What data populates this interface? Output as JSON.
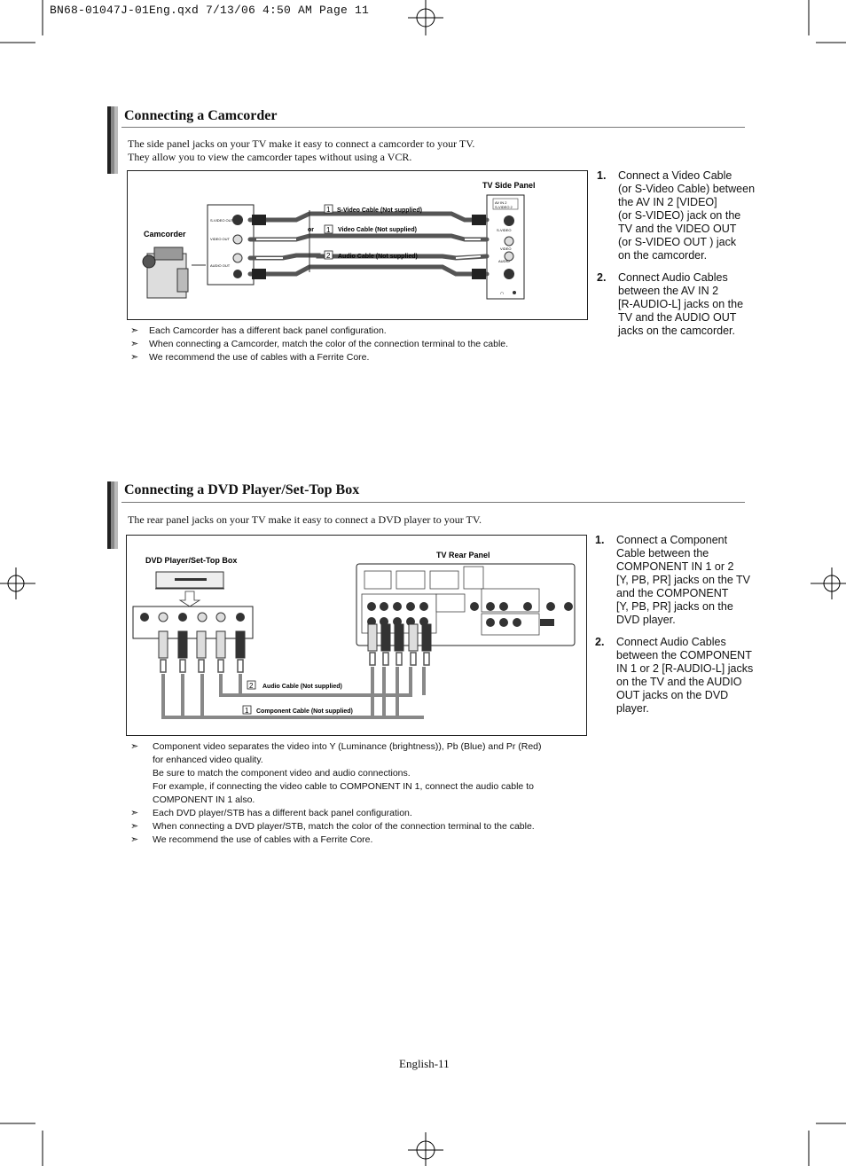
{
  "header": {
    "file_line": "BN68-01047J-01Eng.qxd   7/13/06   4:50 AM   Page 11"
  },
  "camcorder": {
    "title": "Connecting a Camcorder",
    "intro": [
      "The side panel jacks on your TV make it easy to connect a camcorder to your TV.",
      "They allow you to view the camcorder tapes without using a VCR."
    ],
    "diagram": {
      "tv_panel_label": "TV Side Panel",
      "device_label": "Camcorder",
      "or_label": "or",
      "cable1_num": "1",
      "cable1_label": "S-Video Cable (Not supplied)",
      "cable1b_num": "1",
      "cable1b_label": "Video Cable (Not supplied)",
      "cable2_num": "2",
      "cable2_label": "Audio Cable (Not supplied)",
      "cam_jack_svideo": "S-VIDEO OUT",
      "cam_jack_video": "VIDEO OUT",
      "cam_jack_audio": "AUDIO OUT",
      "tv_jack_top": "AV IN 2",
      "tv_jack_top2": "S-VIDEO 2",
      "tv_jack_svideo": "S-VIDEO",
      "tv_jack_video": "VIDEO",
      "tv_jack_audio": "AUDIO"
    },
    "notes": [
      "Each Camcorder has a different back panel configuration.",
      "When connecting a Camcorder, match the color of the connection terminal to the cable.",
      "We recommend the use of cables with a Ferrite Core."
    ],
    "steps": [
      {
        "num": "1.",
        "lines": [
          "Connect a Video Cable",
          "(or S-Video Cable) between",
          "the AV IN 2 [VIDEO]",
          "(or S-VIDEO) jack on the",
          "TV and the VIDEO OUT",
          "(or S-VIDEO OUT ) jack",
          "on the camcorder."
        ]
      },
      {
        "num": "2.",
        "lines": [
          "Connect Audio Cables",
          "between the AV IN 2",
          "[R-AUDIO-L] jacks on the",
          "TV and the AUDIO OUT",
          "jacks on the camcorder."
        ]
      }
    ]
  },
  "dvd": {
    "title": "Connecting a DVD Player/Set-Top Box",
    "intro": [
      "The rear panel jacks on your TV make it easy to connect a DVD player to your TV."
    ],
    "diagram": {
      "device_label": "DVD Player/Set-Top Box",
      "tv_panel_label": "TV Rear Panel",
      "cable2_num": "2",
      "cable2_label": "Audio Cable (Not supplied)",
      "cable1_num": "1",
      "cable1_label": "Component Cable (Not supplied)"
    },
    "steps": [
      {
        "num": "1.",
        "lines": [
          "Connect a Component",
          "Cable between the",
          "COMPONENT IN 1 or 2",
          "[Y, PB, PR] jacks on the TV",
          "and the COMPONENT",
          "[Y, PB, PR] jacks on the",
          "DVD player."
        ]
      },
      {
        "num": "2.",
        "lines": [
          "Connect Audio Cables",
          "between the COMPONENT",
          "IN 1 or 2 [R-AUDIO-L] jacks",
          "on the TV and the AUDIO",
          "OUT jacks on the DVD",
          "player."
        ]
      }
    ],
    "notes": [
      {
        "arrow": true,
        "text": "Component video separates the video into Y (Luminance (brightness)), Pb (Blue) and Pr (Red)"
      },
      {
        "arrow": false,
        "text": "for enhanced video quality."
      },
      {
        "arrow": false,
        "text": "Be sure to match the component video and audio connections."
      },
      {
        "arrow": false,
        "text": "For example, if connecting the video cable to COMPONENT IN 1, connect the audio cable to"
      },
      {
        "arrow": false,
        "text": "COMPONENT IN 1 also."
      },
      {
        "arrow": true,
        "text": "Each DVD player/STB has a different back panel configuration."
      },
      {
        "arrow": true,
        "text": "When connecting a DVD player/STB, match the color of the connection terminal to the cable."
      },
      {
        "arrow": true,
        "text": "We recommend the use of cables with a Ferrite Core."
      }
    ]
  },
  "note_arrow": "➣",
  "footer": {
    "page_label": "English-11"
  }
}
